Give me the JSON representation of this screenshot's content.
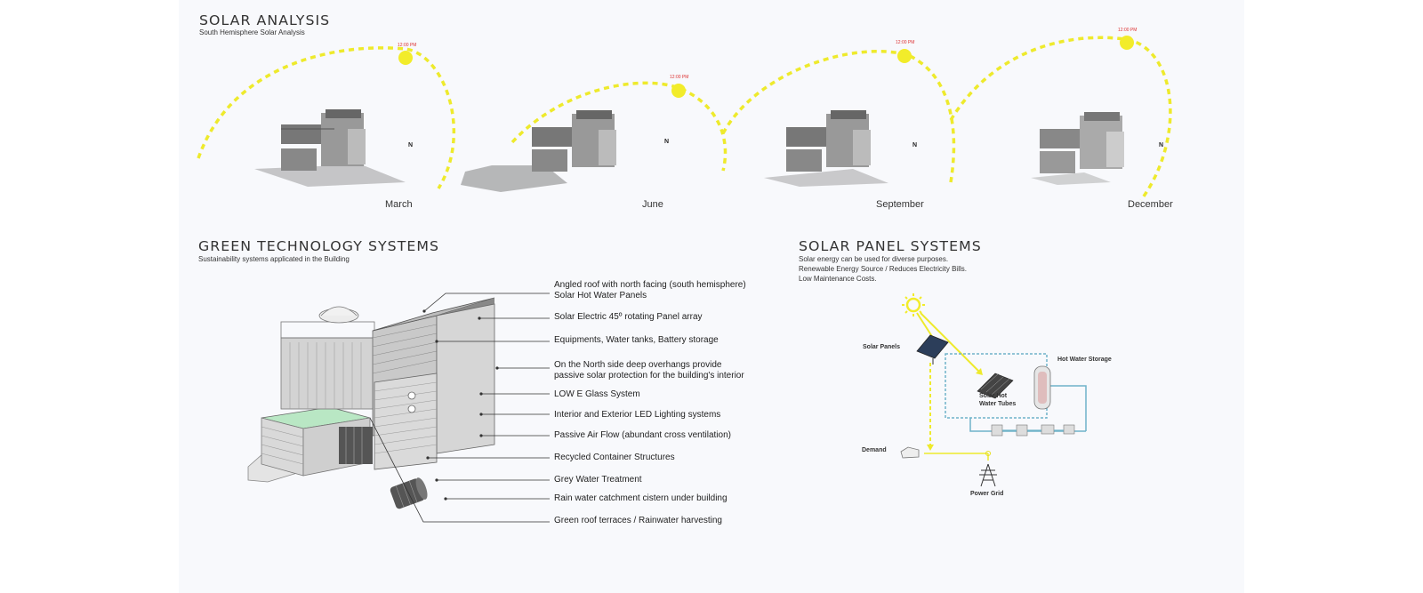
{
  "solar_analysis": {
    "title": "SOLAR ANALYSIS",
    "subtitle": "South Hemisphere Solar Analysis",
    "north_label": "N",
    "panels": [
      {
        "month": "March",
        "noon": "12:00 PM"
      },
      {
        "month": "June",
        "noon": "12:00 PM"
      },
      {
        "month": "September",
        "noon": "12:00 PM"
      },
      {
        "month": "December",
        "noon": "12:00 PM"
      }
    ]
  },
  "green_tech": {
    "title": "GREEN TECHNOLOGY SYSTEMS",
    "subtitle": "Sustainability systems applicated in the Building",
    "callouts": [
      "Angled roof with north facing (south hemisphere)\nSolar Hot Water Panels",
      "Solar Electric 45º rotating Panel array",
      "Equipments, Water tanks, Battery storage",
      "On the North side deep overhangs  provide\npassive solar protection for the building's interior",
      "LOW E Glass System",
      "Interior and Exterior LED Lighting systems",
      "Passive Air Flow (abundant cross ventilation)",
      "Recycled Container Structures",
      "Grey Water Treatment",
      "Rain water catchment cistern under building",
      "Green roof terraces / Rainwater harvesting"
    ]
  },
  "solar_panel_systems": {
    "title": "SOLAR PANEL SYSTEMS",
    "lines": [
      "Solar energy can be used for diverse purposes.",
      "Renewable Energy Source / Reduces Electricity Bills.",
      "Low Maintenance Costs."
    ],
    "diagram": {
      "solar_panels": "Solar Panels",
      "hot_water_storage": "Hot Water Storage",
      "solar_hot_water_tubes": "Solar Hot\nWater Tubes",
      "demand": "Demand",
      "power_grid": "Power Grid"
    }
  },
  "colors": {
    "sun": "#f2ec2a",
    "sun_path": "#eeea2c",
    "flow_blue": "#6fb3c9",
    "noon_text": "#dd3333",
    "green_roof": "#b9e7c4"
  }
}
